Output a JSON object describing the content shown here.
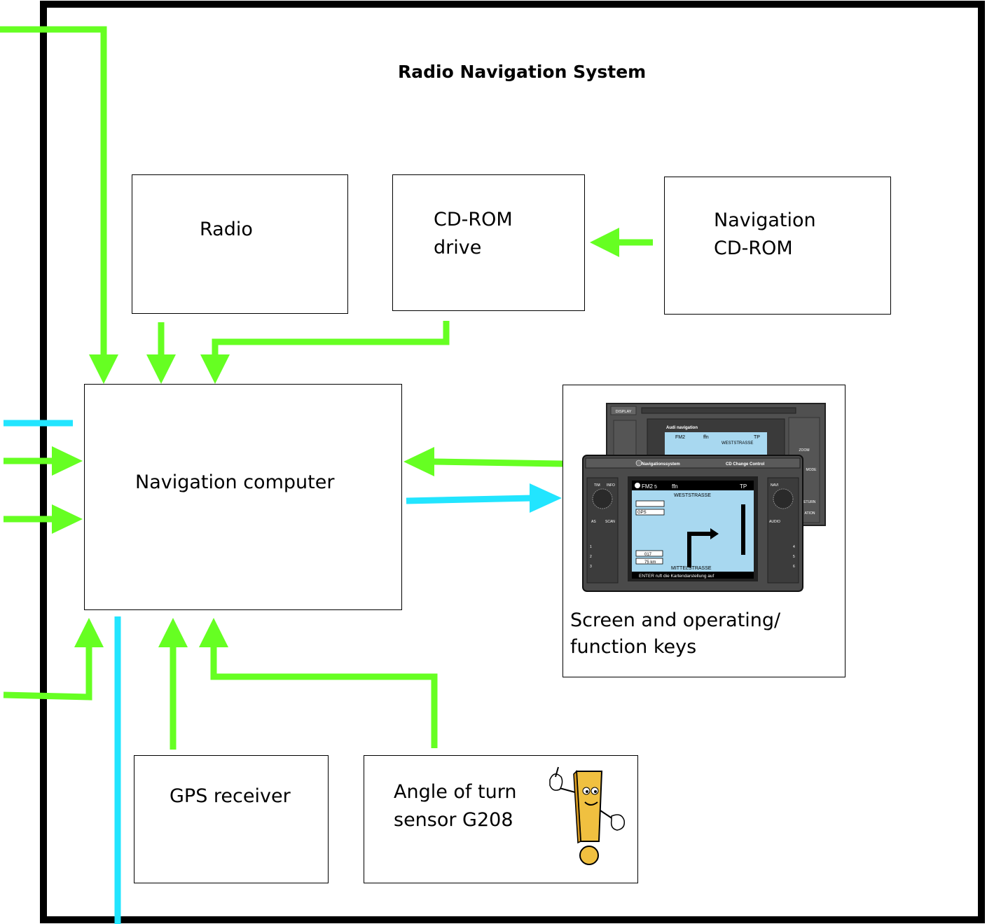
{
  "title": "Radio Navigation System",
  "blocks": {
    "radio": "Radio",
    "cdrom_drive": [
      "CD-ROM",
      "drive"
    ],
    "navigation_cdrom": [
      "Navigation",
      "CD-ROM"
    ],
    "navigation_computer": "Navigation computer",
    "screen_keys": [
      "Screen and operating/",
      "function keys"
    ],
    "gps_receiver": "GPS receiver",
    "angle_sensor": [
      "Angle of turn",
      "sensor G208"
    ]
  },
  "device": {
    "back_panel": {
      "display_key": "DISPLAY",
      "brand": "Audi navigation",
      "zoom_key": "ZOOM",
      "mode_key": "MODE",
      "return_key": "RETURN",
      "station_key": "ATION",
      "screen_fm": "FM2",
      "screen_station": "ffn",
      "screen_tp": "TP",
      "screen_street": "WESTSTRASSE"
    },
    "front_panel": {
      "brand": "Navigationssystem",
      "cd_control": "CD Change Control",
      "tim_key": "TIM",
      "info_key": "INFO",
      "as_key": "AS",
      "scan_key": "SCAN",
      "navi_key": "NAVI",
      "audio_key": "AUDIO",
      "preset_left": [
        "1",
        "2",
        "3"
      ],
      "preset_right": [
        "4",
        "5",
        "6"
      ],
      "screen_fm": "FM2",
      "screen_preset": "5",
      "screen_station": "ffn",
      "screen_tp": "TP",
      "street_top": "WESTSTRASSE",
      "gps_label": "GPS",
      "heading": "017",
      "distance": "75 km",
      "street_bottom": "MITTELSTRASSE",
      "status_line": "ENTER ruft die Kartendarstellung auf"
    }
  },
  "colors": {
    "green_arrow": "#66ff22",
    "cyan_arrow": "#22e5ff",
    "frame": "#000000",
    "device_body": "#4a4a4a",
    "screen": "#a8d8f0",
    "mascot": "#f0c040"
  }
}
